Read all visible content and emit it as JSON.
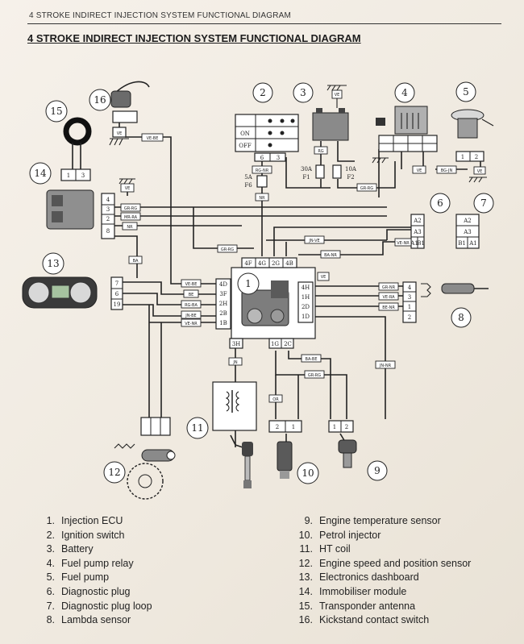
{
  "header": {
    "running_title": "4 STROKE INDIRECT INJECTION SYSTEM FUNCTIONAL DIAGRAM",
    "title": "4 STROKE INDIRECT INJECTION SYSTEM FUNCTIONAL DIAGRAM"
  },
  "components": [
    {
      "number": "1"
    },
    {
      "number": "2"
    },
    {
      "number": "3"
    },
    {
      "number": "4"
    },
    {
      "number": "5"
    },
    {
      "number": "6"
    },
    {
      "number": "7"
    },
    {
      "number": "8"
    },
    {
      "number": "9"
    },
    {
      "number": "10"
    },
    {
      "number": "11"
    },
    {
      "number": "12"
    },
    {
      "number": "13"
    },
    {
      "number": "14"
    },
    {
      "number": "15"
    },
    {
      "number": "16"
    }
  ],
  "switch": {
    "on": "ON",
    "off": "OFF"
  },
  "fuses": {
    "f1_rating": "30A",
    "f1": "F1",
    "f2_rating": "10A",
    "f2": "F2",
    "f6_rating": "5A",
    "f6": "F6"
  },
  "ecu_pins": {
    "top": [
      "4F",
      "4G",
      "2G",
      "4B"
    ],
    "left": [
      "4D",
      "3F",
      "2H",
      "2B",
      "1B"
    ],
    "right": [
      "4H",
      "1H",
      "2D",
      "1D"
    ],
    "bottom_left": "3H",
    "bottom_right": [
      "1G",
      "2C"
    ]
  },
  "plug6_pins": [
    "A2",
    "A3",
    "A1",
    "B1"
  ],
  "plug7_pins": [
    "A2",
    "A3",
    "B1",
    "A1"
  ],
  "dash_pins": [
    "7",
    "6",
    "19"
  ],
  "immobiliser_pins": [
    "4",
    "3",
    "2",
    "8"
  ],
  "lambda_pins": [
    "4",
    "3",
    "1",
    "2"
  ],
  "relay_pins": [
    "1",
    "2"
  ],
  "antenna_pins": [
    "1",
    "3"
  ],
  "temp_sensor_pins": [
    "1",
    "2"
  ],
  "injector_pins": [
    "2",
    "1"
  ],
  "switch_pins": [
    "6",
    "3"
  ],
  "wire_tags": {
    "ve_be": "VE-BE",
    "gr_rg": "GR-RG",
    "mr_ra": "MR-RA",
    "nr": "NR",
    "ve": "VE",
    "rg_nr": "RG-NR",
    "rg": "RG",
    "gr_rg2": "GR-RG",
    "nr2": "NR",
    "bg_jn": "BG-JN",
    "jn_ve": "JN-VE",
    "ba_nr": "BA-NR",
    "ve_nr": "VE-NR",
    "ba": "BA",
    "be": "BE",
    "rg_ba": "RG-BA",
    "jn_be": "JN-BE",
    "gr_nr": "GR-NR",
    "ve_ra": "VE-RA",
    "be_nr": "BE-NR",
    "jn_nr": "JN-NR",
    "ba_be": "BA-BE",
    "gr_rg3": "GR-RG",
    "or": "OR",
    "jn": "JN"
  },
  "legend": [
    {
      "n": "1.",
      "label": "Injection ECU"
    },
    {
      "n": "2.",
      "label": "Ignition switch"
    },
    {
      "n": "3.",
      "label": "Battery"
    },
    {
      "n": "4.",
      "label": "Fuel pump relay"
    },
    {
      "n": "5.",
      "label": "Fuel pump"
    },
    {
      "n": "6.",
      "label": "Diagnostic plug"
    },
    {
      "n": "7.",
      "label": "Diagnostic plug loop"
    },
    {
      "n": "8.",
      "label": "Lambda sensor"
    },
    {
      "n": "9.",
      "label": "Engine temperature sensor"
    },
    {
      "n": "10.",
      "label": "Petrol injector"
    },
    {
      "n": "11.",
      "label": "HT coil"
    },
    {
      "n": "12.",
      "label": "Engine speed and position sensor"
    },
    {
      "n": "13.",
      "label": "Electronics dashboard"
    },
    {
      "n": "14.",
      "label": "Immobiliser module"
    },
    {
      "n": "15.",
      "label": "Transponder antenna"
    },
    {
      "n": "16.",
      "label": "Kickstand contact switch"
    }
  ]
}
